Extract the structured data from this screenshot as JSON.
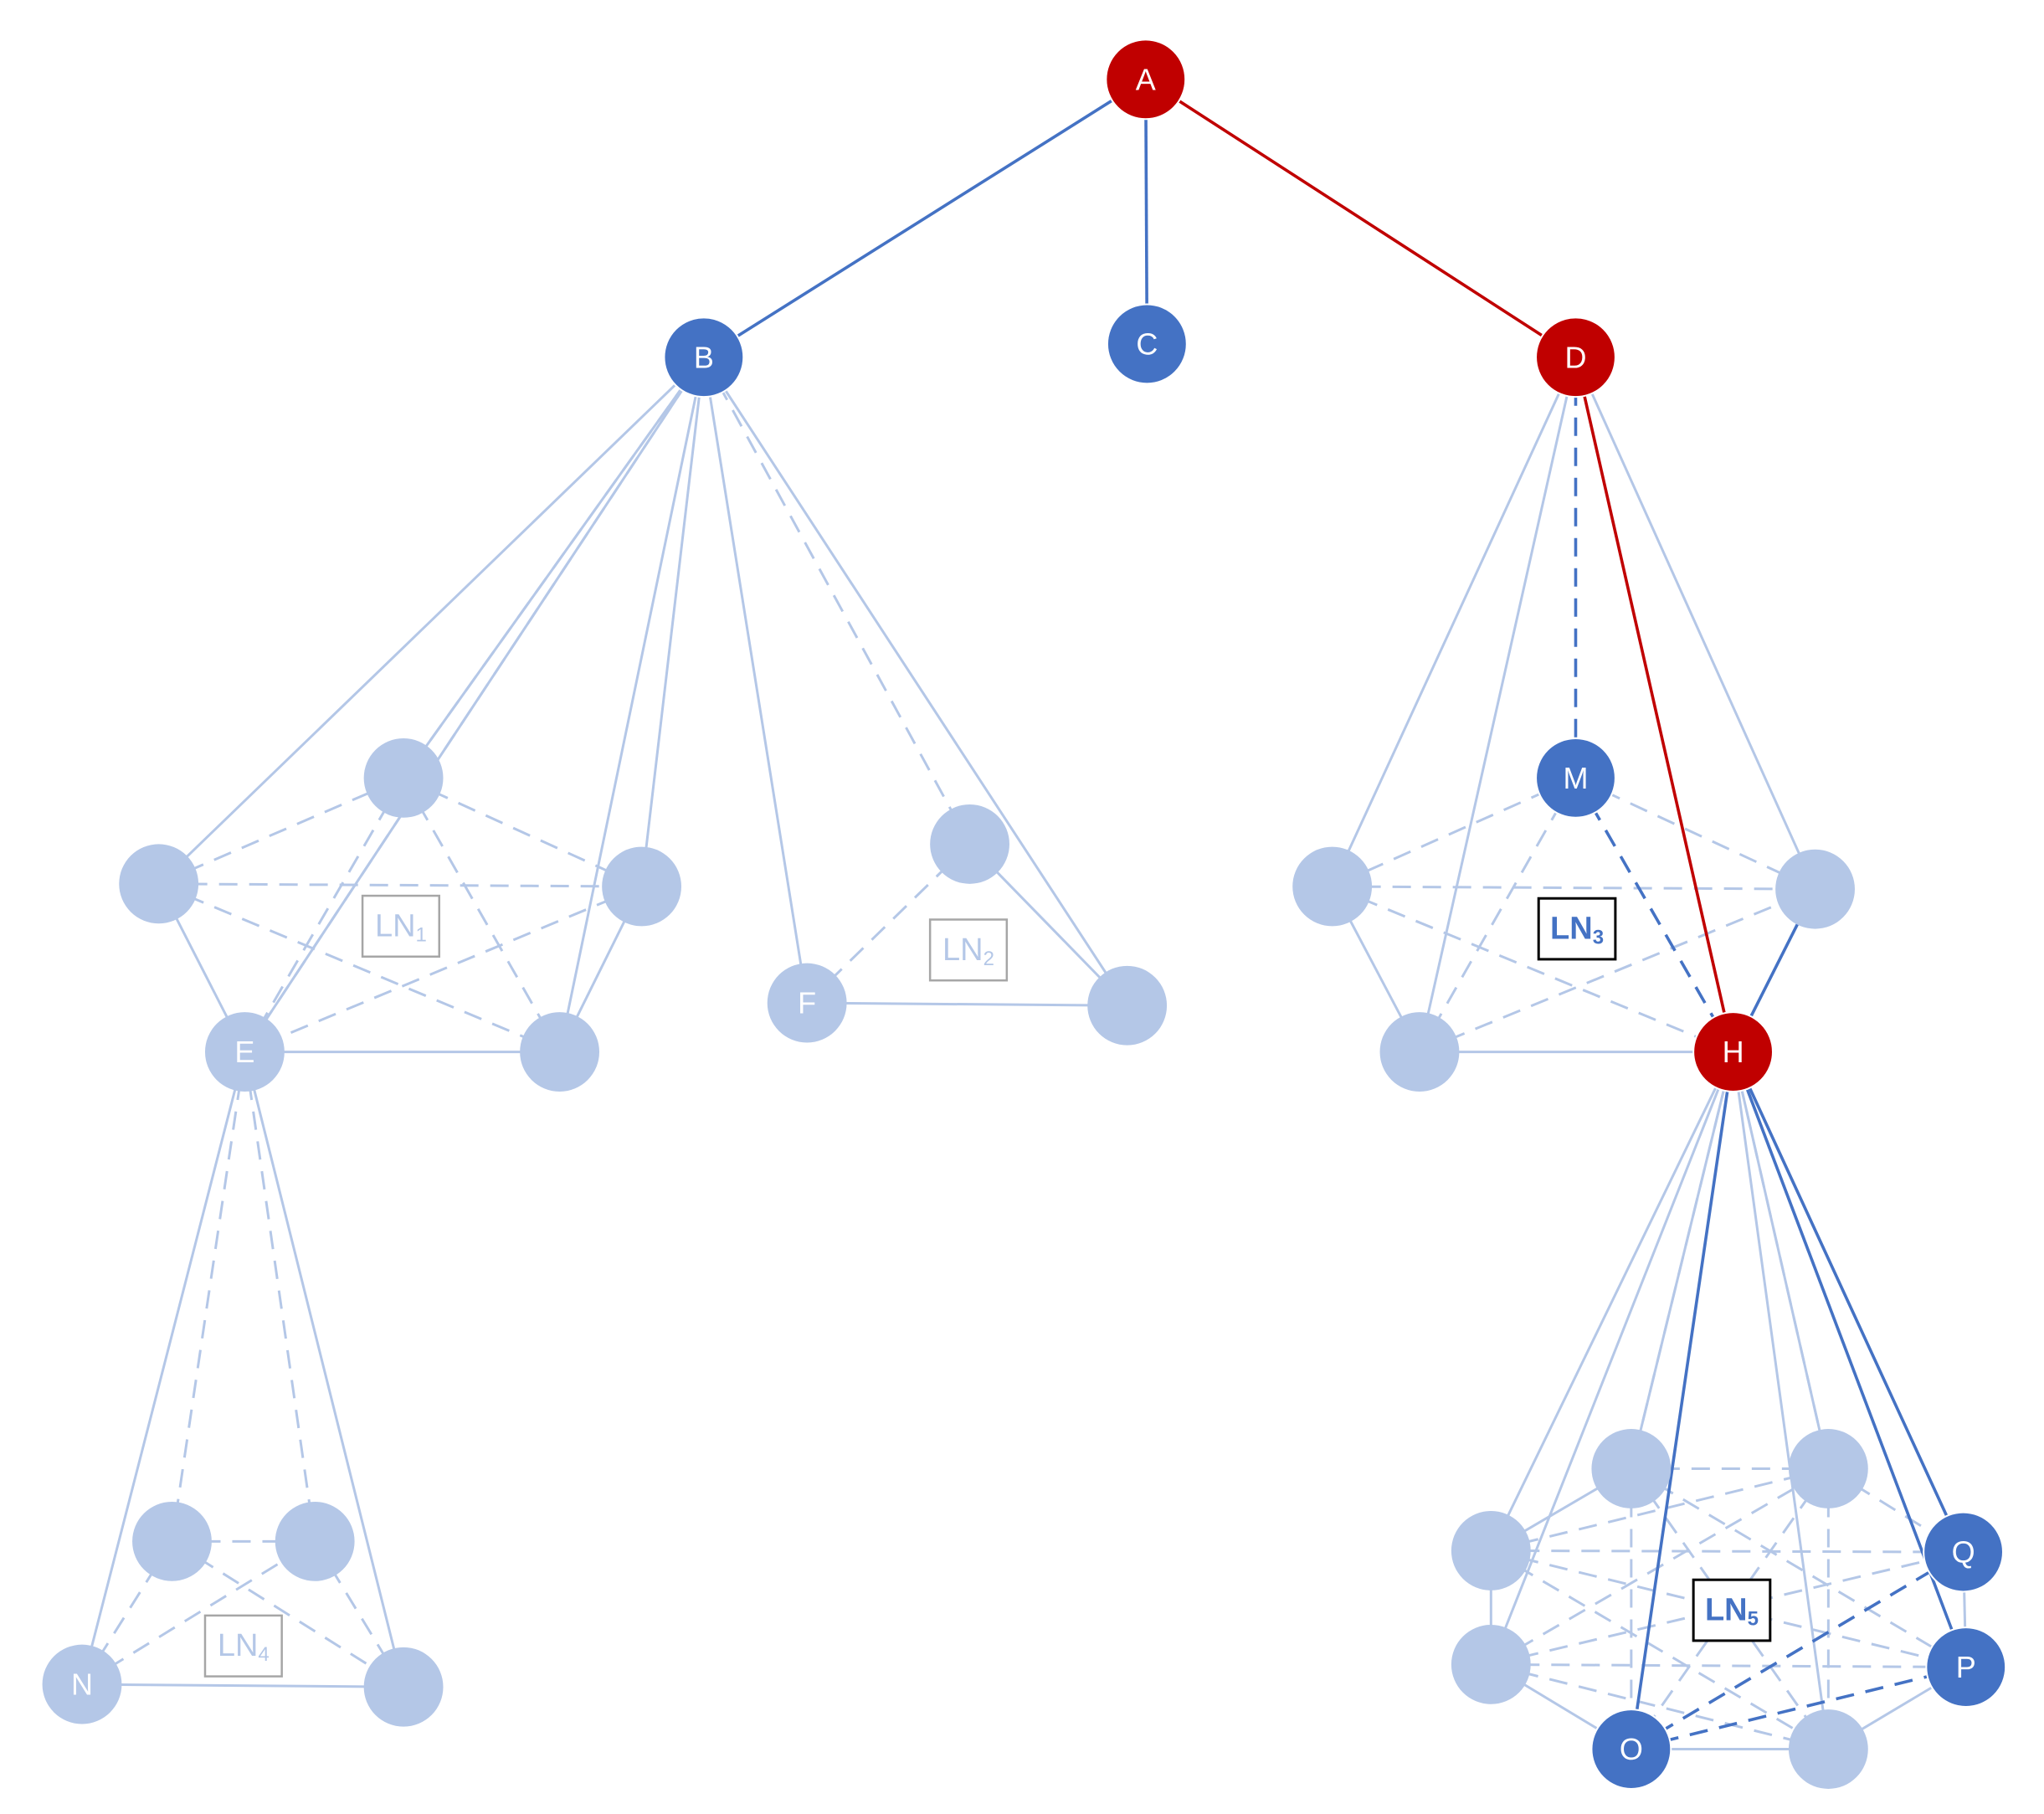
{
  "colors": {
    "red": "#C00000",
    "blue": "#4472C4",
    "faded": "#B4C7E7",
    "dark_box": "#000000",
    "faded_box": "#A6A6A6"
  },
  "nodes": {
    "A": {
      "label": "A",
      "state": "red"
    },
    "B": {
      "label": "B",
      "state": "blue"
    },
    "C": {
      "label": "C",
      "state": "blue"
    },
    "D": {
      "label": "D",
      "state": "red"
    },
    "M": {
      "label": "M",
      "state": "blue"
    },
    "H": {
      "label": "H",
      "state": "red"
    },
    "E": {
      "label": "E",
      "state": "faded"
    },
    "F": {
      "label": "F",
      "state": "faded"
    },
    "N": {
      "label": "N",
      "state": "faded"
    },
    "O": {
      "label": "O",
      "state": "blue"
    },
    "P": {
      "label": "P",
      "state": "blue"
    },
    "Q": {
      "label": "Q",
      "state": "blue"
    },
    "LN1a": {
      "label": "",
      "state": "faded"
    },
    "LN1b": {
      "label": "",
      "state": "faded"
    },
    "LN1c": {
      "label": "",
      "state": "faded"
    },
    "LN1d": {
      "label": "",
      "state": "faded"
    },
    "LN2a": {
      "label": "",
      "state": "faded"
    },
    "LN2b": {
      "label": "",
      "state": "faded"
    },
    "LN3a": {
      "label": "",
      "state": "faded"
    },
    "LN3b": {
      "label": "",
      "state": "faded"
    },
    "LN3c": {
      "label": "",
      "state": "faded"
    },
    "LN4a": {
      "label": "",
      "state": "faded"
    },
    "LN4b": {
      "label": "",
      "state": "faded"
    },
    "LN4c": {
      "label": "",
      "state": "faded"
    },
    "LN5a": {
      "label": "",
      "state": "faded"
    },
    "LN5b": {
      "label": "",
      "state": "faded"
    },
    "LN5c": {
      "label": "",
      "state": "faded"
    },
    "LN5d": {
      "label": "",
      "state": "faded"
    },
    "LN5e": {
      "label": "",
      "state": "faded"
    }
  },
  "edges": [
    [
      "A",
      "B",
      "blue",
      "solid"
    ],
    [
      "A",
      "C",
      "blue",
      "solid"
    ],
    [
      "A",
      "D",
      "red",
      "solid"
    ],
    [
      "D",
      "H",
      "red",
      "solid"
    ],
    [
      "D",
      "M",
      "blue",
      "dashed"
    ],
    [
      "B",
      "E",
      "faded",
      "solid"
    ],
    [
      "B",
      "LN1a",
      "faded",
      "solid"
    ],
    [
      "B",
      "LN1b",
      "faded",
      "solid"
    ],
    [
      "B",
      "LN1c",
      "faded",
      "solid"
    ],
    [
      "B",
      "LN1d",
      "faded",
      "solid"
    ],
    [
      "B",
      "F",
      "faded",
      "solid"
    ],
    [
      "B",
      "LN2b",
      "faded",
      "solid"
    ],
    [
      "B",
      "LN1b",
      "faded",
      "dashed"
    ],
    [
      "B",
      "E",
      "faded",
      "dashed"
    ],
    [
      "B",
      "LN2a",
      "faded",
      "dashed"
    ],
    [
      "D",
      "LN3a",
      "faded",
      "solid"
    ],
    [
      "D",
      "LN3b",
      "faded",
      "solid"
    ],
    [
      "D",
      "LN3c",
      "faded",
      "solid"
    ],
    [
      "H",
      "LN3b",
      "blue",
      "solid"
    ],
    [
      "H",
      "O",
      "blue",
      "solid"
    ],
    [
      "H",
      "P",
      "blue",
      "solid"
    ],
    [
      "H",
      "Q",
      "blue",
      "solid"
    ],
    [
      "M",
      "H",
      "blue",
      "dashed"
    ],
    [
      "H",
      "LN5a",
      "faded",
      "solid"
    ],
    [
      "H",
      "LN5b",
      "faded",
      "solid"
    ],
    [
      "H",
      "LN5c",
      "faded",
      "solid"
    ],
    [
      "H",
      "LN5d",
      "faded",
      "solid"
    ],
    [
      "H",
      "LN5e",
      "faded",
      "solid"
    ],
    [
      "H",
      "LN5b",
      "faded",
      "dashed"
    ],
    [
      "H",
      "LN5d",
      "faded",
      "dashed"
    ],
    [
      "E",
      "N",
      "faded",
      "solid"
    ],
    [
      "E",
      "LN4c",
      "faded",
      "solid"
    ],
    [
      "E",
      "LN4a",
      "faded",
      "dashed"
    ],
    [
      "E",
      "LN4b",
      "faded",
      "dashed"
    ],
    [
      "LN1a",
      "E",
      "faded",
      "solid"
    ],
    [
      "E",
      "LN1d",
      "faded",
      "solid"
    ],
    [
      "LN1d",
      "LN1c",
      "faded",
      "solid"
    ],
    [
      "LN1a",
      "LN1b",
      "faded",
      "dashed"
    ],
    [
      "LN1a",
      "LN1c",
      "faded",
      "dashed"
    ],
    [
      "LN1a",
      "LN1d",
      "faded",
      "dashed"
    ],
    [
      "LN1b",
      "LN1c",
      "faded",
      "dashed"
    ],
    [
      "LN1b",
      "E",
      "faded",
      "dashed"
    ],
    [
      "LN1b",
      "LN1d",
      "faded",
      "dashed"
    ],
    [
      "LN1c",
      "E",
      "faded",
      "dashed"
    ],
    [
      "F",
      "LN2b",
      "faded",
      "solid"
    ],
    [
      "LN2a",
      "LN2b",
      "faded",
      "solid"
    ],
    [
      "F",
      "LN2a",
      "faded",
      "dashed"
    ],
    [
      "LN3a",
      "LN3c",
      "faded",
      "solid"
    ],
    [
      "LN3c",
      "H",
      "faded",
      "solid"
    ],
    [
      "LN3b",
      "H",
      "faded",
      "solid"
    ],
    [
      "M",
      "LN3a",
      "faded",
      "dashed"
    ],
    [
      "M",
      "LN3b",
      "faded",
      "dashed"
    ],
    [
      "M",
      "LN3c",
      "faded",
      "dashed"
    ],
    [
      "LN3a",
      "LN3b",
      "faded",
      "dashed"
    ],
    [
      "LN3a",
      "H",
      "faded",
      "dashed"
    ],
    [
      "LN3c",
      "LN3b",
      "faded",
      "dashed"
    ],
    [
      "N",
      "LN4c",
      "faded",
      "solid"
    ],
    [
      "N",
      "LN4a",
      "faded",
      "dashed"
    ],
    [
      "N",
      "LN4b",
      "faded",
      "dashed"
    ],
    [
      "LN4a",
      "LN4b",
      "faded",
      "dashed"
    ],
    [
      "LN4a",
      "LN4c",
      "faded",
      "dashed"
    ],
    [
      "LN4b",
      "LN4c",
      "faded",
      "dashed"
    ],
    [
      "LN5a",
      "LN5c",
      "faded",
      "solid"
    ],
    [
      "LN5c",
      "O",
      "faded",
      "solid"
    ],
    [
      "O",
      "LN5e",
      "faded",
      "solid"
    ],
    [
      "LN5e",
      "P",
      "faded",
      "solid"
    ],
    [
      "P",
      "Q",
      "faded",
      "solid"
    ],
    [
      "LN5a",
      "LN5b",
      "faded",
      "solid"
    ],
    [
      "LN5a",
      "LN5d",
      "faded",
      "dashed"
    ],
    [
      "LN5b",
      "LN5d",
      "faded",
      "dashed"
    ],
    [
      "LN5d",
      "Q",
      "faded",
      "dashed"
    ],
    [
      "LN5a",
      "Q",
      "faded",
      "dashed"
    ],
    [
      "LN5c",
      "Q",
      "faded",
      "dashed"
    ],
    [
      "LN5a",
      "P",
      "faded",
      "dashed"
    ],
    [
      "LN5b",
      "O",
      "faded",
      "dashed"
    ],
    [
      "LN5b",
      "LN5e",
      "faded",
      "dashed"
    ],
    [
      "LN5b",
      "P",
      "faded",
      "dashed"
    ],
    [
      "LN5c",
      "LN5d",
      "faded",
      "dashed"
    ],
    [
      "LN5c",
      "P",
      "faded",
      "dashed"
    ],
    [
      "LN5d",
      "O",
      "faded",
      "dashed"
    ],
    [
      "LN5d",
      "LN5e",
      "faded",
      "dashed"
    ],
    [
      "LN5a",
      "LN5e",
      "faded",
      "dashed"
    ],
    [
      "LN5c",
      "LN5e",
      "faded",
      "dashed"
    ],
    [
      "O",
      "Q",
      "blue",
      "dashed"
    ],
    [
      "O",
      "P",
      "blue",
      "dashed"
    ]
  ],
  "groups": [
    {
      "id": "LN1",
      "label": "LN",
      "sub": "1",
      "state": "faded"
    },
    {
      "id": "LN2",
      "label": "LN",
      "sub": "2",
      "state": "faded"
    },
    {
      "id": "LN3",
      "label": "LN",
      "sub": "3",
      "state": "highlight"
    },
    {
      "id": "LN4",
      "label": "LN",
      "sub": "4",
      "state": "faded"
    },
    {
      "id": "LN5",
      "label": "LN",
      "sub": "5",
      "state": "highlight"
    }
  ]
}
